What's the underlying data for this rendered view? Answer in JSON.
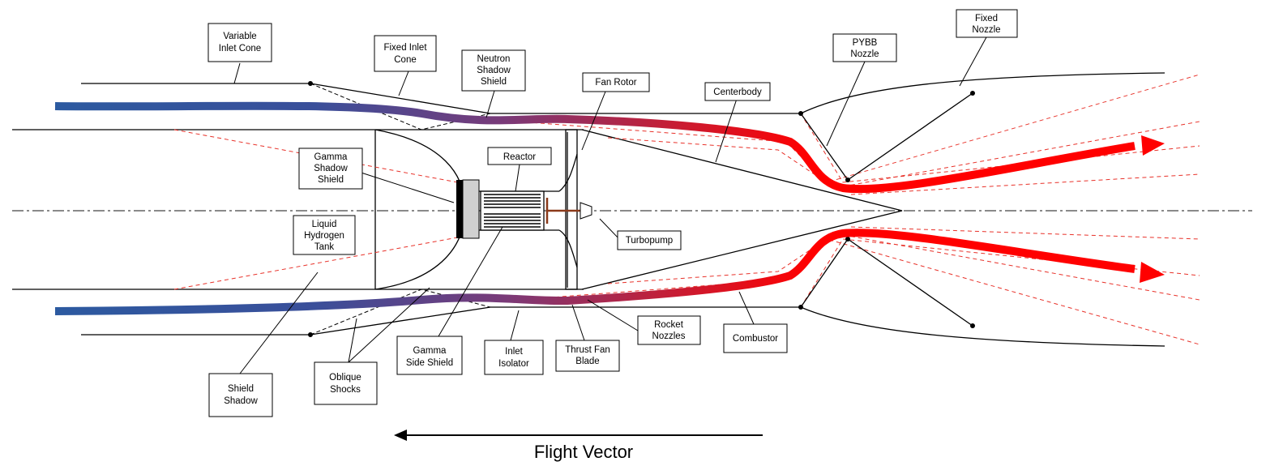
{
  "labels": {
    "variable_inlet_cone": [
      "Variable",
      "Inlet Cone"
    ],
    "fixed_inlet_cone": [
      "Fixed Inlet",
      "Cone"
    ],
    "neutron_shadow_shield": [
      "Neutron",
      "Shadow",
      "Shield"
    ],
    "fan_rotor": [
      "Fan Rotor"
    ],
    "centerbody": [
      "Centerbody"
    ],
    "pybb_nozzle": [
      "PYBB",
      "Nozzle"
    ],
    "fixed_nozzle": [
      "Fixed",
      "Nozzle"
    ],
    "gamma_shadow_shield": [
      "Gamma",
      "Shadow",
      "Shield"
    ],
    "reactor": [
      "Reactor"
    ],
    "liquid_hydrogen_tank": [
      "Liquid",
      "Hydrogen",
      "Tank"
    ],
    "turbopump": [
      "Turbopump"
    ],
    "shield_shadow": [
      "Shield",
      "Shadow"
    ],
    "oblique_shocks": [
      "Oblique",
      "Shocks"
    ],
    "gamma_side_shield": [
      "Gamma",
      "Side Shield"
    ],
    "inlet_isolator": [
      "Inlet",
      "Isolator"
    ],
    "thrust_fan_blade": [
      "Thrust Fan",
      "Blade"
    ],
    "rocket_nozzles": [
      "Rocket",
      "Nozzles"
    ],
    "combustor": [
      "Combustor"
    ]
  },
  "flight_vector": "Flight Vector",
  "colors": {
    "flow_cold": "#2c5aa0",
    "flow_hot": "#ff0000",
    "shock_red": "#e8322a",
    "line": "#000000"
  }
}
